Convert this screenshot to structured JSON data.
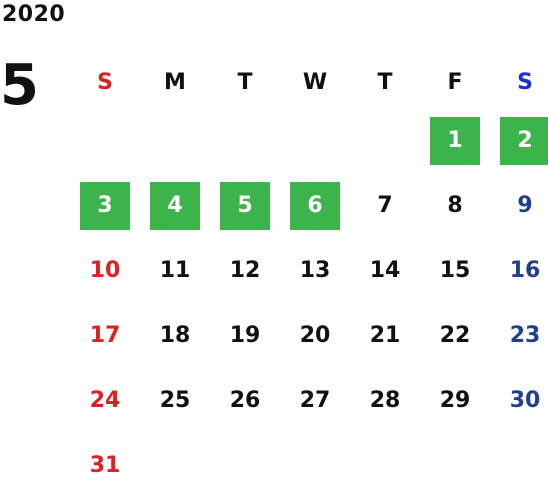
{
  "calendar": {
    "year": "2020",
    "month": "5",
    "weekdays": [
      "S",
      "M",
      "T",
      "W",
      "T",
      "F",
      "S"
    ],
    "colors": {
      "holiday_bg": "#3cb44b",
      "sunday": "#e02020",
      "saturday": "#1f3f8f",
      "saturday_header": "#1f2fd0"
    },
    "weeks": [
      [
        "",
        "",
        "",
        "",
        "",
        "1",
        "2"
      ],
      [
        "3",
        "4",
        "5",
        "6",
        "7",
        "8",
        "9"
      ],
      [
        "10",
        "11",
        "12",
        "13",
        "14",
        "15",
        "16"
      ],
      [
        "17",
        "18",
        "19",
        "20",
        "21",
        "22",
        "23"
      ],
      [
        "24",
        "25",
        "26",
        "27",
        "28",
        "29",
        "30"
      ],
      [
        "31",
        "",
        "",
        "",
        "",
        "",
        ""
      ]
    ],
    "holidays": [
      "1",
      "2",
      "3",
      "4",
      "5",
      "6"
    ]
  }
}
